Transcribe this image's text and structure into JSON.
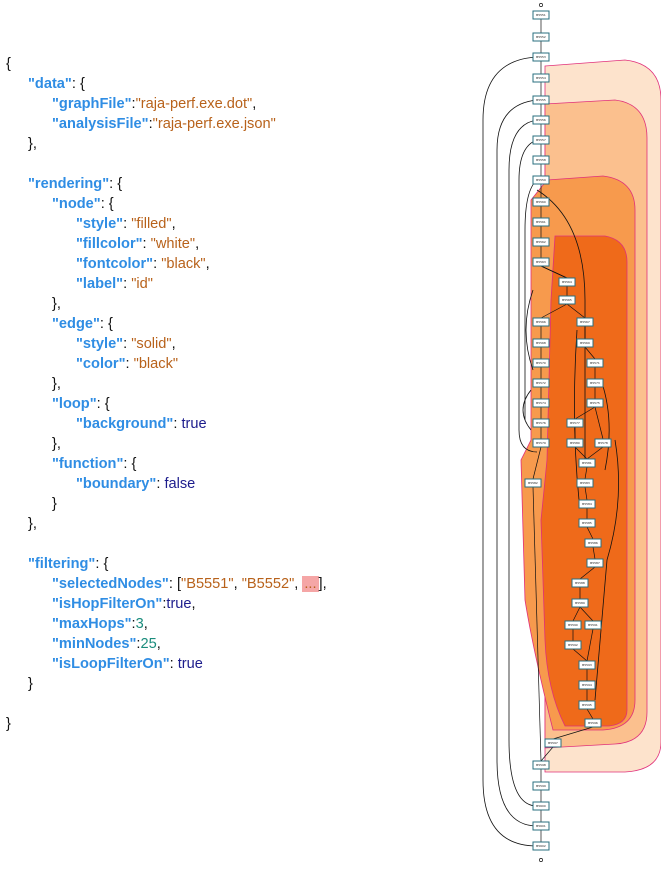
{
  "config": {
    "open_brace": "{",
    "close_brace": "}",
    "data": {
      "key": "\"data\"",
      "graphFile_key": "\"graphFile\"",
      "graphFile_value": "\"raja-perf.exe.dot\"",
      "analysisFile_key": "\"analysisFile\"",
      "analysisFile_value": "\"raja-perf.exe.json\""
    },
    "rendering": {
      "key": "\"rendering\"",
      "node_key": "\"node\"",
      "style_key": "\"style\"",
      "style_value": "\"filled\"",
      "fillcolor_key": "\"fillcolor\"",
      "fillcolor_value": "\"white\"",
      "fontcolor_key": "\"fontcolor\"",
      "fontcolor_value": "\"black\"",
      "label_key": "\"label\"",
      "label_value": "\"id\"",
      "edge_key": "\"edge\"",
      "edge_style_key": "\"style\"",
      "edge_style_value": "\"solid\"",
      "color_key": "\"color\"",
      "color_value": "\"black\"",
      "loop_key": "\"loop\"",
      "background_key": "\"background\"",
      "background_value": "true",
      "function_key": "\"function\"",
      "boundary_key": "\"boundary\"",
      "boundary_value": "false"
    },
    "filtering": {
      "key": "\"filtering\"",
      "selectedNodes_key": "\"selectedNodes\"",
      "selectedNodes_v1": "\"B5551\"",
      "selectedNodes_v2": "\"B5552\"",
      "selectedNodes_more": "...",
      "isHopFilterOn_key": "\"isHopFilterOn\"",
      "isHopFilterOn_value": "true",
      "maxHops_key": "\"maxHops\"",
      "maxHops_value": "3",
      "minNodes_key": "\"minNodes\"",
      "minNodes_value": "25",
      "isLoopFilterOn_key": "\"isLoopFilterOn\"",
      "isLoopFilterOn_value": "true"
    }
  },
  "colors": {
    "key": "#2f8de4",
    "string": "#b8621b",
    "number": "#1a8c7c",
    "boolean": "#1c1c8c",
    "loop_level_1": "#fde3cc",
    "loop_level_2": "#fbc08e",
    "loop_level_3": "#f79a4d",
    "loop_level_4": "#ef6a1a",
    "loop_border": "#e0307a",
    "node_border": "#2a6f7f"
  },
  "graph": {
    "nodes": [
      {
        "id": "B5551"
      },
      {
        "id": "B5552"
      },
      {
        "id": "B5553"
      },
      {
        "id": "B5554"
      },
      {
        "id": "B5555"
      },
      {
        "id": "B5556"
      },
      {
        "id": "B5557"
      },
      {
        "id": "B5558"
      },
      {
        "id": "B5559"
      },
      {
        "id": "B5560"
      },
      {
        "id": "B5561"
      },
      {
        "id": "B5562"
      },
      {
        "id": "B5563"
      },
      {
        "id": "B5564"
      },
      {
        "id": "B5565"
      },
      {
        "id": "B5566"
      },
      {
        "id": "B5567"
      },
      {
        "id": "B5568"
      },
      {
        "id": "B5569"
      },
      {
        "id": "B5570"
      },
      {
        "id": "B5571"
      },
      {
        "id": "B5572"
      },
      {
        "id": "B5573"
      },
      {
        "id": "B5574"
      },
      {
        "id": "B5575"
      },
      {
        "id": "B5576"
      },
      {
        "id": "B5577"
      },
      {
        "id": "B5578"
      },
      {
        "id": "B5579"
      },
      {
        "id": "B5580"
      },
      {
        "id": "B5581"
      },
      {
        "id": "B5582"
      },
      {
        "id": "B5583"
      },
      {
        "id": "B5584"
      },
      {
        "id": "B5585"
      },
      {
        "id": "B5586"
      },
      {
        "id": "B5587"
      },
      {
        "id": "B5588"
      },
      {
        "id": "B5589"
      },
      {
        "id": "B5590"
      },
      {
        "id": "B5591"
      },
      {
        "id": "B5592"
      },
      {
        "id": "B5593"
      },
      {
        "id": "B5594"
      },
      {
        "id": "B5595"
      },
      {
        "id": "B5596"
      },
      {
        "id": "B5597"
      },
      {
        "id": "B5598"
      },
      {
        "id": "B5599"
      },
      {
        "id": "B5600"
      },
      {
        "id": "B5601"
      },
      {
        "id": "B5602"
      }
    ]
  }
}
